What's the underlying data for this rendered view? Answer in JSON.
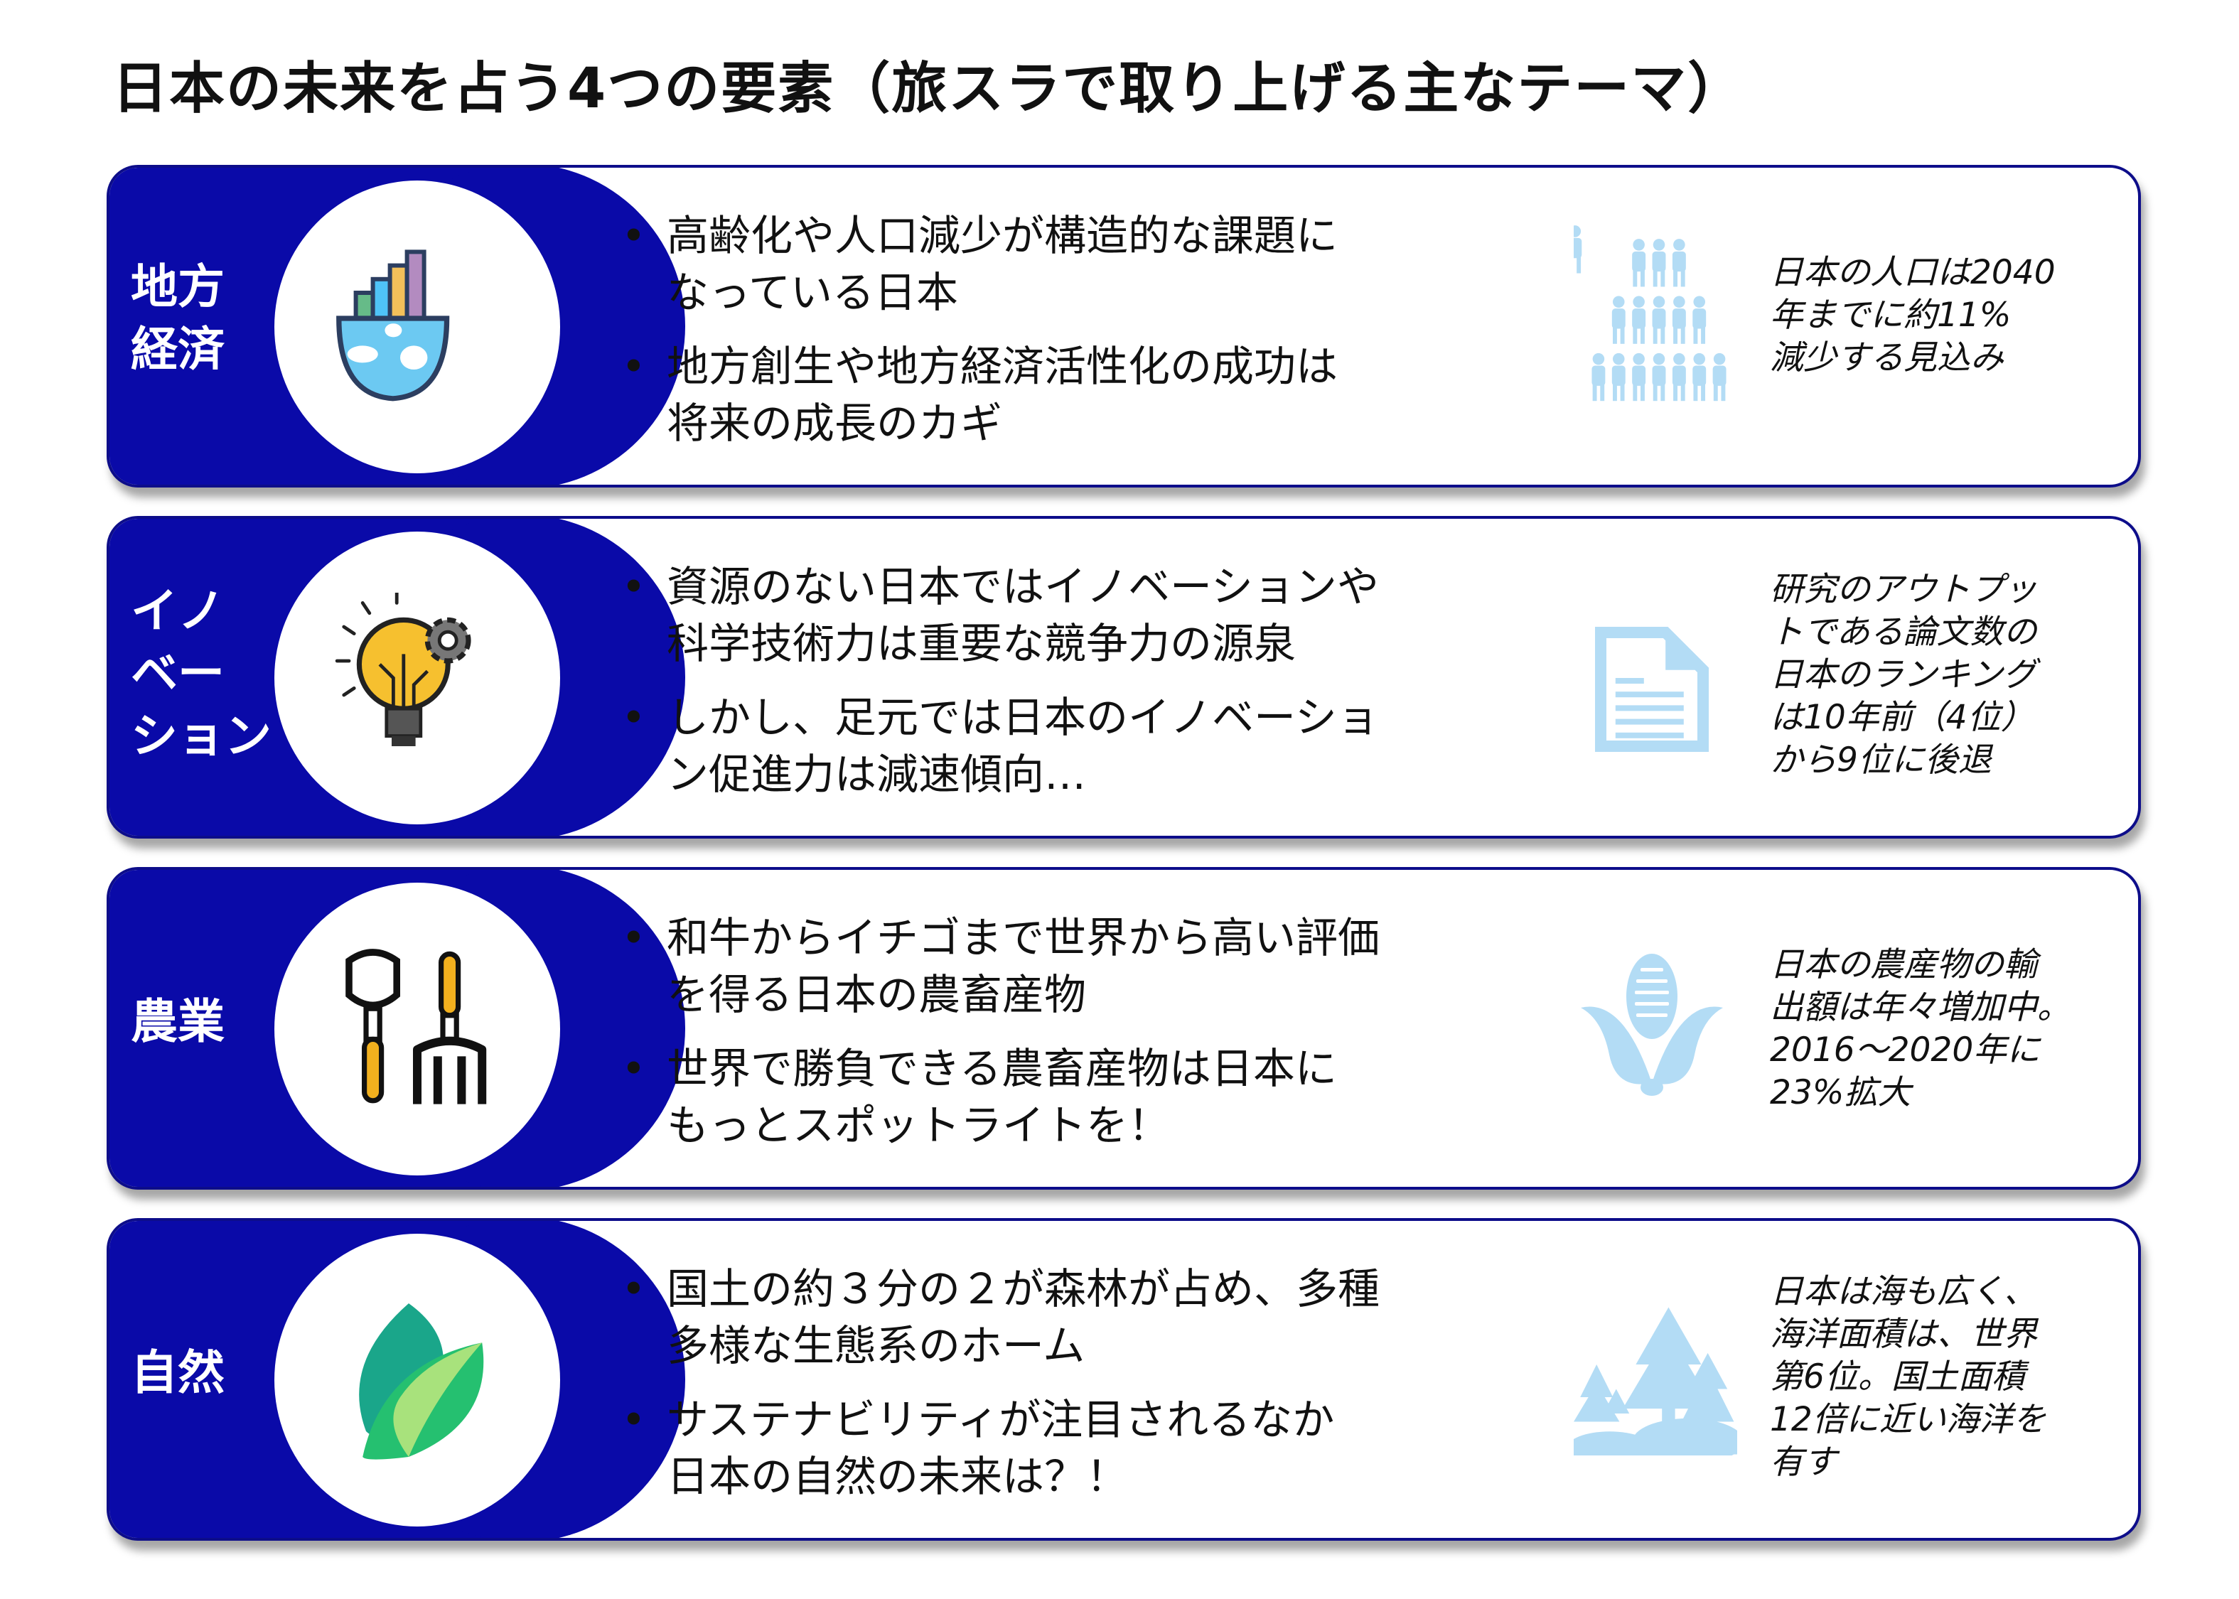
{
  "title": "日本の未来を占う4つの要素（旅スラで取り上げる主なテーマ）",
  "colors": {
    "navy": "#0a0aa8",
    "icon_light_blue": "#b3dcf5"
  },
  "cards": [
    {
      "label": "地方\n経済",
      "icon": "globe-bar-chart-icon",
      "bullets": [
        "高齢化や人口減少が構造的な課題に\nなっている日本",
        "地方創生や地方経済活性化の成功は\n将来の成長のカギ"
      ],
      "side_icon": "population-pyramid-icon",
      "side_text": "日本の人口は2040\n年までに約11%\n減少する見込み"
    },
    {
      "label": "イノ\nベー\nション",
      "icon": "lightbulb-gear-icon",
      "bullets": [
        "資源のない日本ではイノベーションや\n科学技術力は重要な競争力の源泉",
        "しかし、足元では日本のイノベーショ\nン促進力は減速傾向…"
      ],
      "side_icon": "document-icon",
      "side_text": "研究のアウトプッ\nトである論文数の\n日本のランキング\nは10年前（4位）\nから9位に後退"
    },
    {
      "label": "農業",
      "icon": "garden-tools-icon",
      "bullets": [
        "和牛からイチゴまで世界から高い評価\nを得る日本の農畜産物",
        "世界で勝負できる農畜産物は日本に\nもっとスポットライトを！"
      ],
      "side_icon": "corn-icon",
      "side_text": "日本の農産物の輸\n出額は年々増加中。\n2016～2020年に\n23%拡大"
    },
    {
      "label": "自然",
      "icon": "leaves-icon",
      "bullets": [
        "国土の約３分の２が森林が占め、多種\n多様な生態系のホーム",
        "サステナビリティが注目されるなか\n日本の自然の未来は？！"
      ],
      "side_icon": "forest-icon",
      "side_text": "日本は海も広く、\n海洋面積は、世界\n第6位。国土面積\n12倍に近い海洋を\n有す"
    }
  ]
}
